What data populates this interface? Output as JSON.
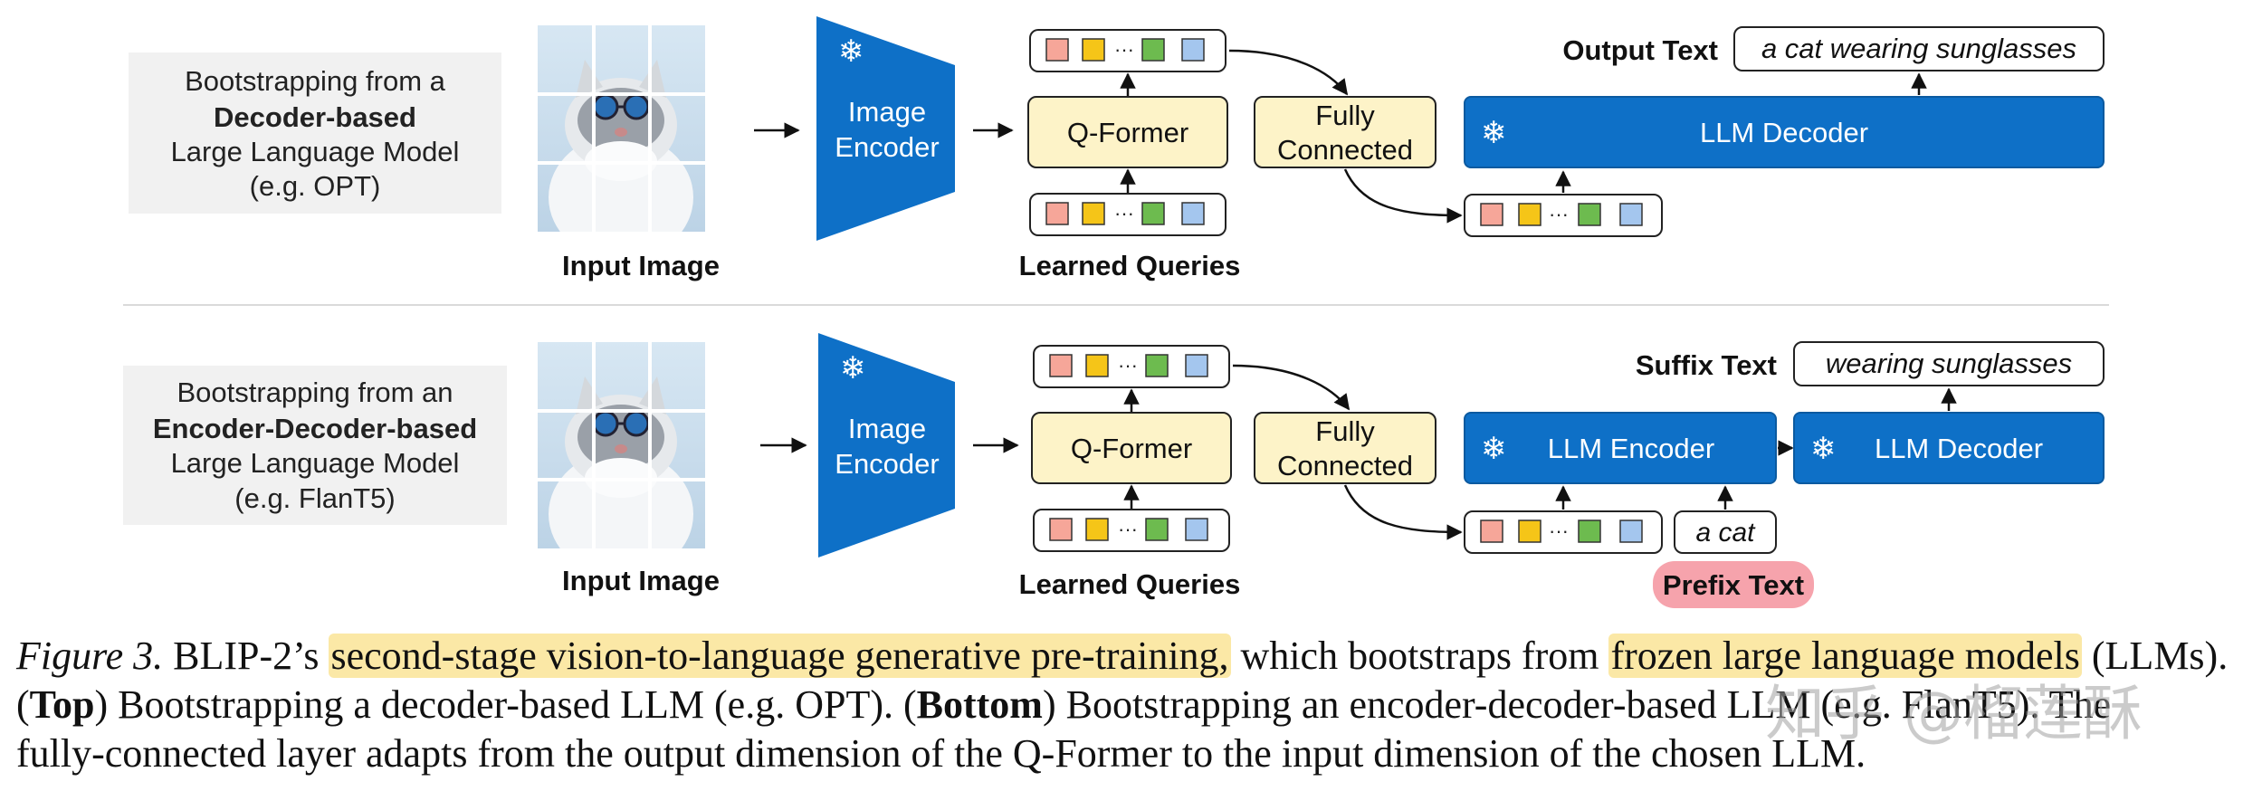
{
  "colors": {
    "blue": "#0e70c7",
    "cream": "#fdf3c8",
    "gray_box": "#f1f1f1",
    "token_red": "#f6a699",
    "token_yellow": "#f5c518",
    "token_green": "#6dbb4f",
    "token_blue": "#a4c6ee",
    "prefix_pink": "#f6a3ac",
    "highlight": "#fbe8a6"
  },
  "top": {
    "label_line1": "Bootstrapping from a",
    "label_line2": "Decoder-based",
    "label_line3": "Large Language Model",
    "label_line4": "(e.g. OPT)",
    "input_image_label": "Input Image",
    "image_encoder_line1": "Image",
    "image_encoder_line2": "Encoder",
    "qformer": "Q-Former",
    "fc_line1": "Fully",
    "fc_line2": "Connected",
    "learned_queries": "Learned Queries",
    "llm_decoder": "LLM Decoder",
    "output_text_label": "Output Text",
    "output_text": "a cat wearing sunglasses",
    "ellipsis": "···"
  },
  "bottom": {
    "label_line1": "Bootstrapping from an",
    "label_line2": "Encoder-Decoder-based",
    "label_line3": "Large Language Model",
    "label_line4": "(e.g. FlanT5)",
    "input_image_label": "Input Image",
    "image_encoder_line1": "Image",
    "image_encoder_line2": "Encoder",
    "qformer": "Q-Former",
    "fc_line1": "Fully",
    "fc_line2": "Connected",
    "learned_queries": "Learned Queries",
    "llm_encoder": "LLM Encoder",
    "llm_decoder": "LLM Decoder",
    "suffix_text_label": "Suffix Text",
    "suffix_text": "wearing sunglasses",
    "prefix_input": "a cat",
    "prefix_text_label": "Prefix Text",
    "ellipsis": "···"
  },
  "caption": {
    "fig_label": "Figure 3.",
    "l1_a": " BLIP-2’s ",
    "l1_hl1": "second-stage vision-to-language generative pre-training,",
    "l1_b": " which bootstraps from ",
    "l1_hl2": "frozen large language models",
    "l1_c": " (LLMs).",
    "l2_open": "(",
    "l2_top": "Top",
    "l2_a": ") Bootstrapping a decoder-based LLM (e.g. OPT). (",
    "l2_bottom": "Bottom",
    "l2_b": ") Bootstrapping an encoder-decoder-based LLM (e.g. FlanT5). The",
    "l3": "fully-connected layer adapts from the output dimension of the Q-Former to the input dimension of the chosen LLM."
  },
  "watermark": "知乎 @榴莲酥"
}
